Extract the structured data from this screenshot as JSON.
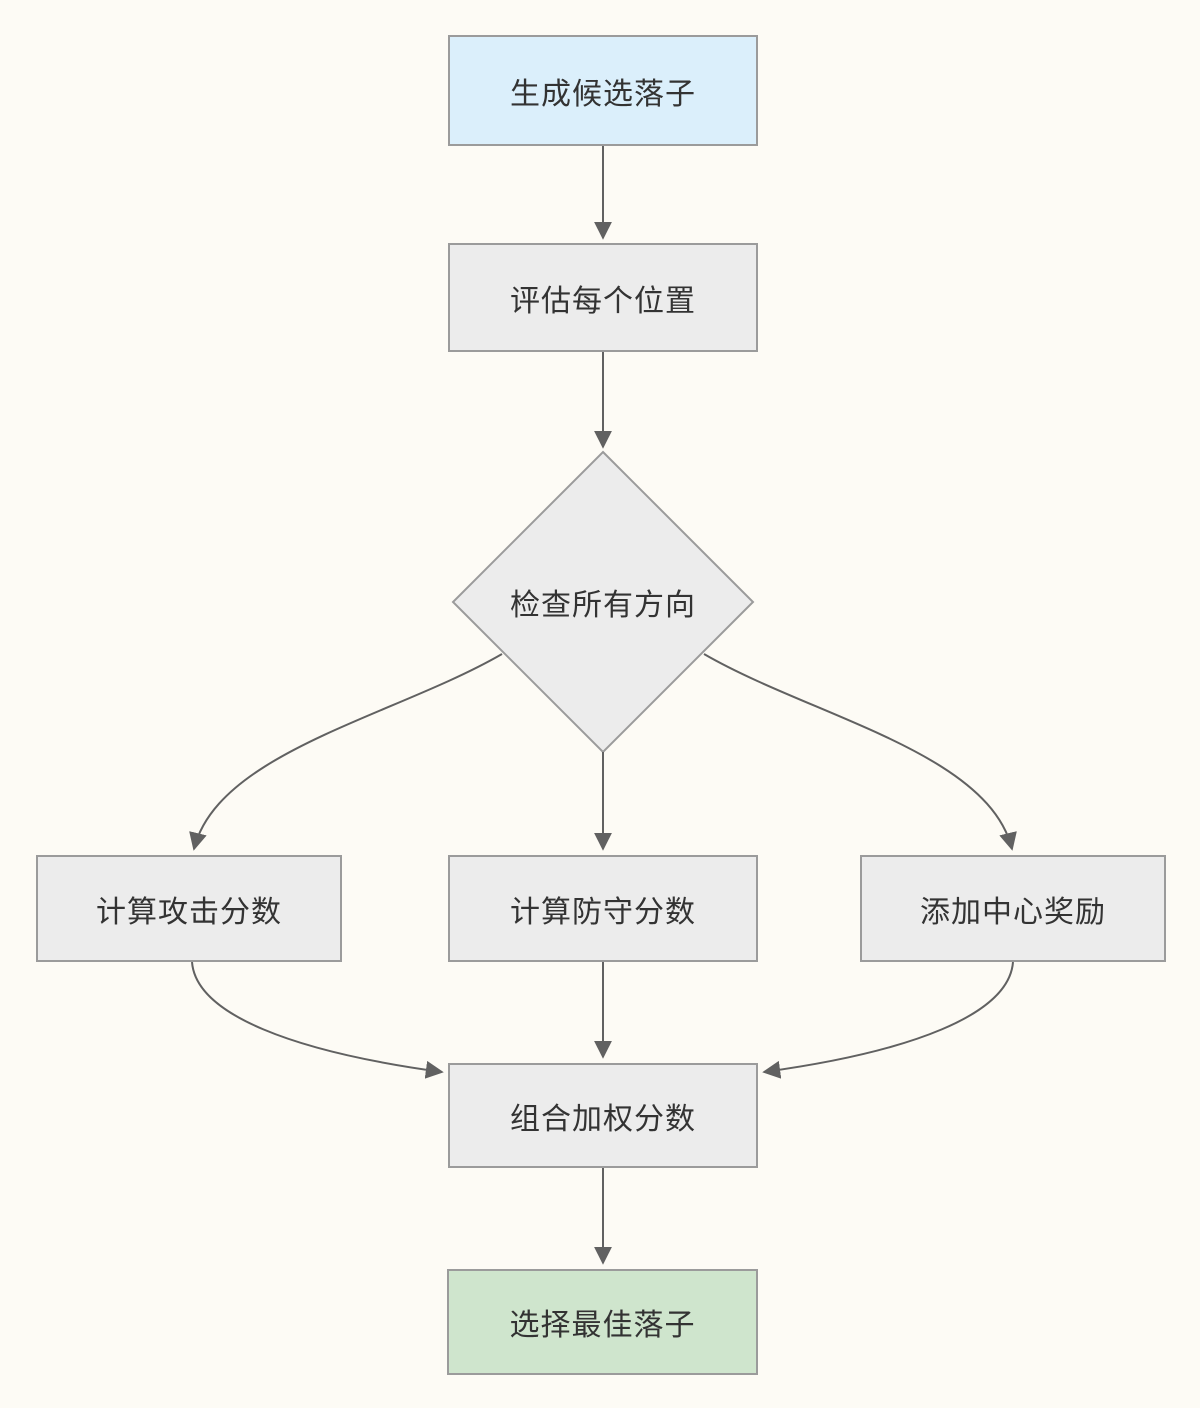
{
  "diagram": {
    "type": "flowchart",
    "direction": "top-down",
    "nodes": [
      {
        "id": "generate",
        "label": "生成候选落子",
        "shape": "rect",
        "role": "start",
        "fill": "#DBEFFB"
      },
      {
        "id": "evaluate",
        "label": "评估每个位置",
        "shape": "rect",
        "role": "process",
        "fill": "#ECECEC"
      },
      {
        "id": "check",
        "label": "检查所有方向",
        "shape": "diamond",
        "role": "decision",
        "fill": "#ECECEC"
      },
      {
        "id": "attack",
        "label": "计算攻击分数",
        "shape": "rect",
        "role": "process",
        "fill": "#ECECEC"
      },
      {
        "id": "defense",
        "label": "计算防守分数",
        "shape": "rect",
        "role": "process",
        "fill": "#ECECEC"
      },
      {
        "id": "center",
        "label": "添加中心奖励",
        "shape": "rect",
        "role": "process",
        "fill": "#ECECEC"
      },
      {
        "id": "combine",
        "label": "组合加权分数",
        "shape": "rect",
        "role": "process",
        "fill": "#ECECEC"
      },
      {
        "id": "select",
        "label": "选择最佳落子",
        "shape": "rect",
        "role": "end",
        "fill": "#CFE5CD"
      }
    ],
    "edges": [
      {
        "from": "generate",
        "to": "evaluate"
      },
      {
        "from": "evaluate",
        "to": "check"
      },
      {
        "from": "check",
        "to": "attack"
      },
      {
        "from": "check",
        "to": "defense"
      },
      {
        "from": "check",
        "to": "center"
      },
      {
        "from": "attack",
        "to": "combine"
      },
      {
        "from": "defense",
        "to": "combine"
      },
      {
        "from": "center",
        "to": "combine"
      },
      {
        "from": "combine",
        "to": "select"
      }
    ],
    "colors": {
      "background": "#FDFBF5",
      "node_fill_default": "#ECECEC",
      "node_fill_start": "#DBEFFB",
      "node_fill_end": "#CFE5CD",
      "node_border": "#9B9B9B",
      "edge": "#616161",
      "text": "#333333"
    }
  }
}
